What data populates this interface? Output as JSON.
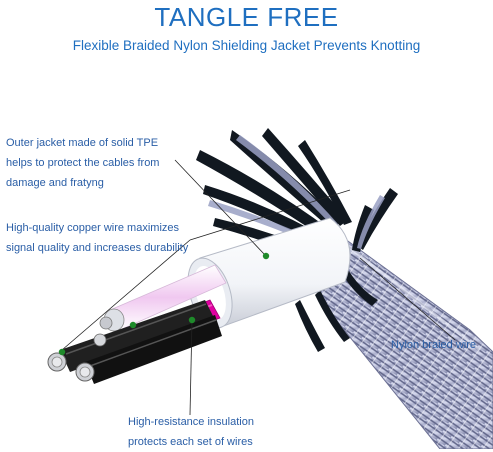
{
  "header": {
    "title": "TANGLE FREE",
    "subtitle": "Flexible Braided Nylon Shielding Jacket Prevents Knotting"
  },
  "callouts": {
    "outer_jacket": [
      "Outer jacket made of solid TPE",
      "helps to protect the cables from",
      "damage and fratyng"
    ],
    "copper_wire": [
      "High-quality copper wire maximizes",
      "signal quality and increases durability"
    ],
    "nylon_braid": [
      "Nylon braied wire"
    ],
    "insulation": [
      "High-resistance insulation",
      "protects each set of wires"
    ]
  },
  "colors": {
    "text_blue": "#1f6fc0",
    "callout_blue": "#2a5ea6",
    "marker_green": "#1e8a2a",
    "braid_dark": "#111820",
    "braid_light": "#c9cde6",
    "jacket_white": "#ffffff",
    "core_magenta": "#e000a0",
    "core_black": "#111111"
  }
}
